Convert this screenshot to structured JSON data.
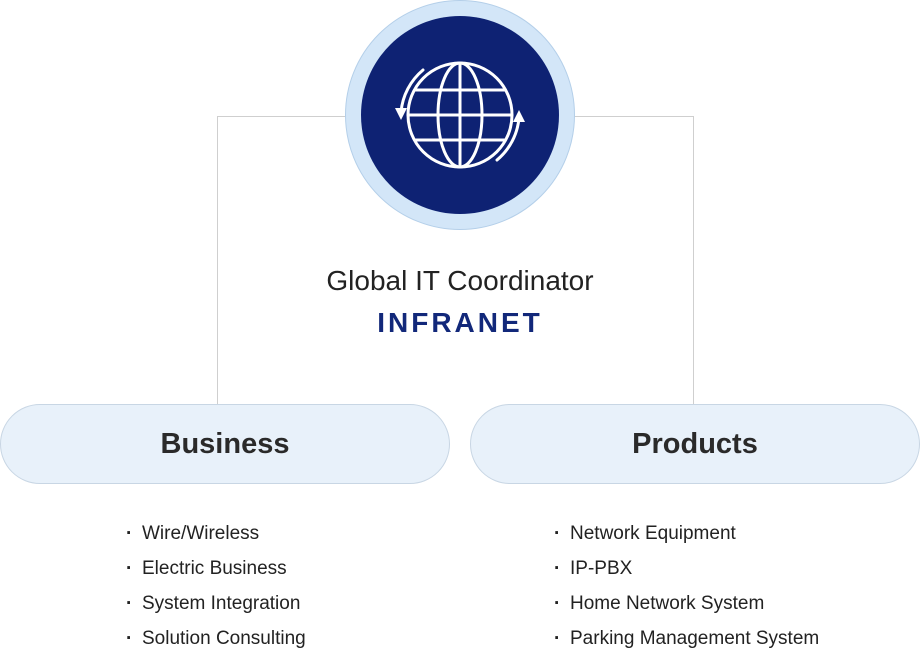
{
  "center": {
    "icon": "globe-refresh-icon",
    "subtitle": "Global IT Coordinator",
    "brand": "INFRANET"
  },
  "colors": {
    "globe_fill": "#0e2273",
    "globe_ring": "#d3e6f8",
    "brand_text": "#12287a",
    "pill_fill": "#e8f1fa"
  },
  "business": {
    "title": "Business",
    "items": [
      "Wire/Wireless",
      "Electric Business",
      "System Integration",
      "Solution Consulting"
    ]
  },
  "products": {
    "title": "Products",
    "items": [
      "Network Equipment",
      "IP-PBX",
      "Home Network System",
      "Parking Management System"
    ]
  }
}
